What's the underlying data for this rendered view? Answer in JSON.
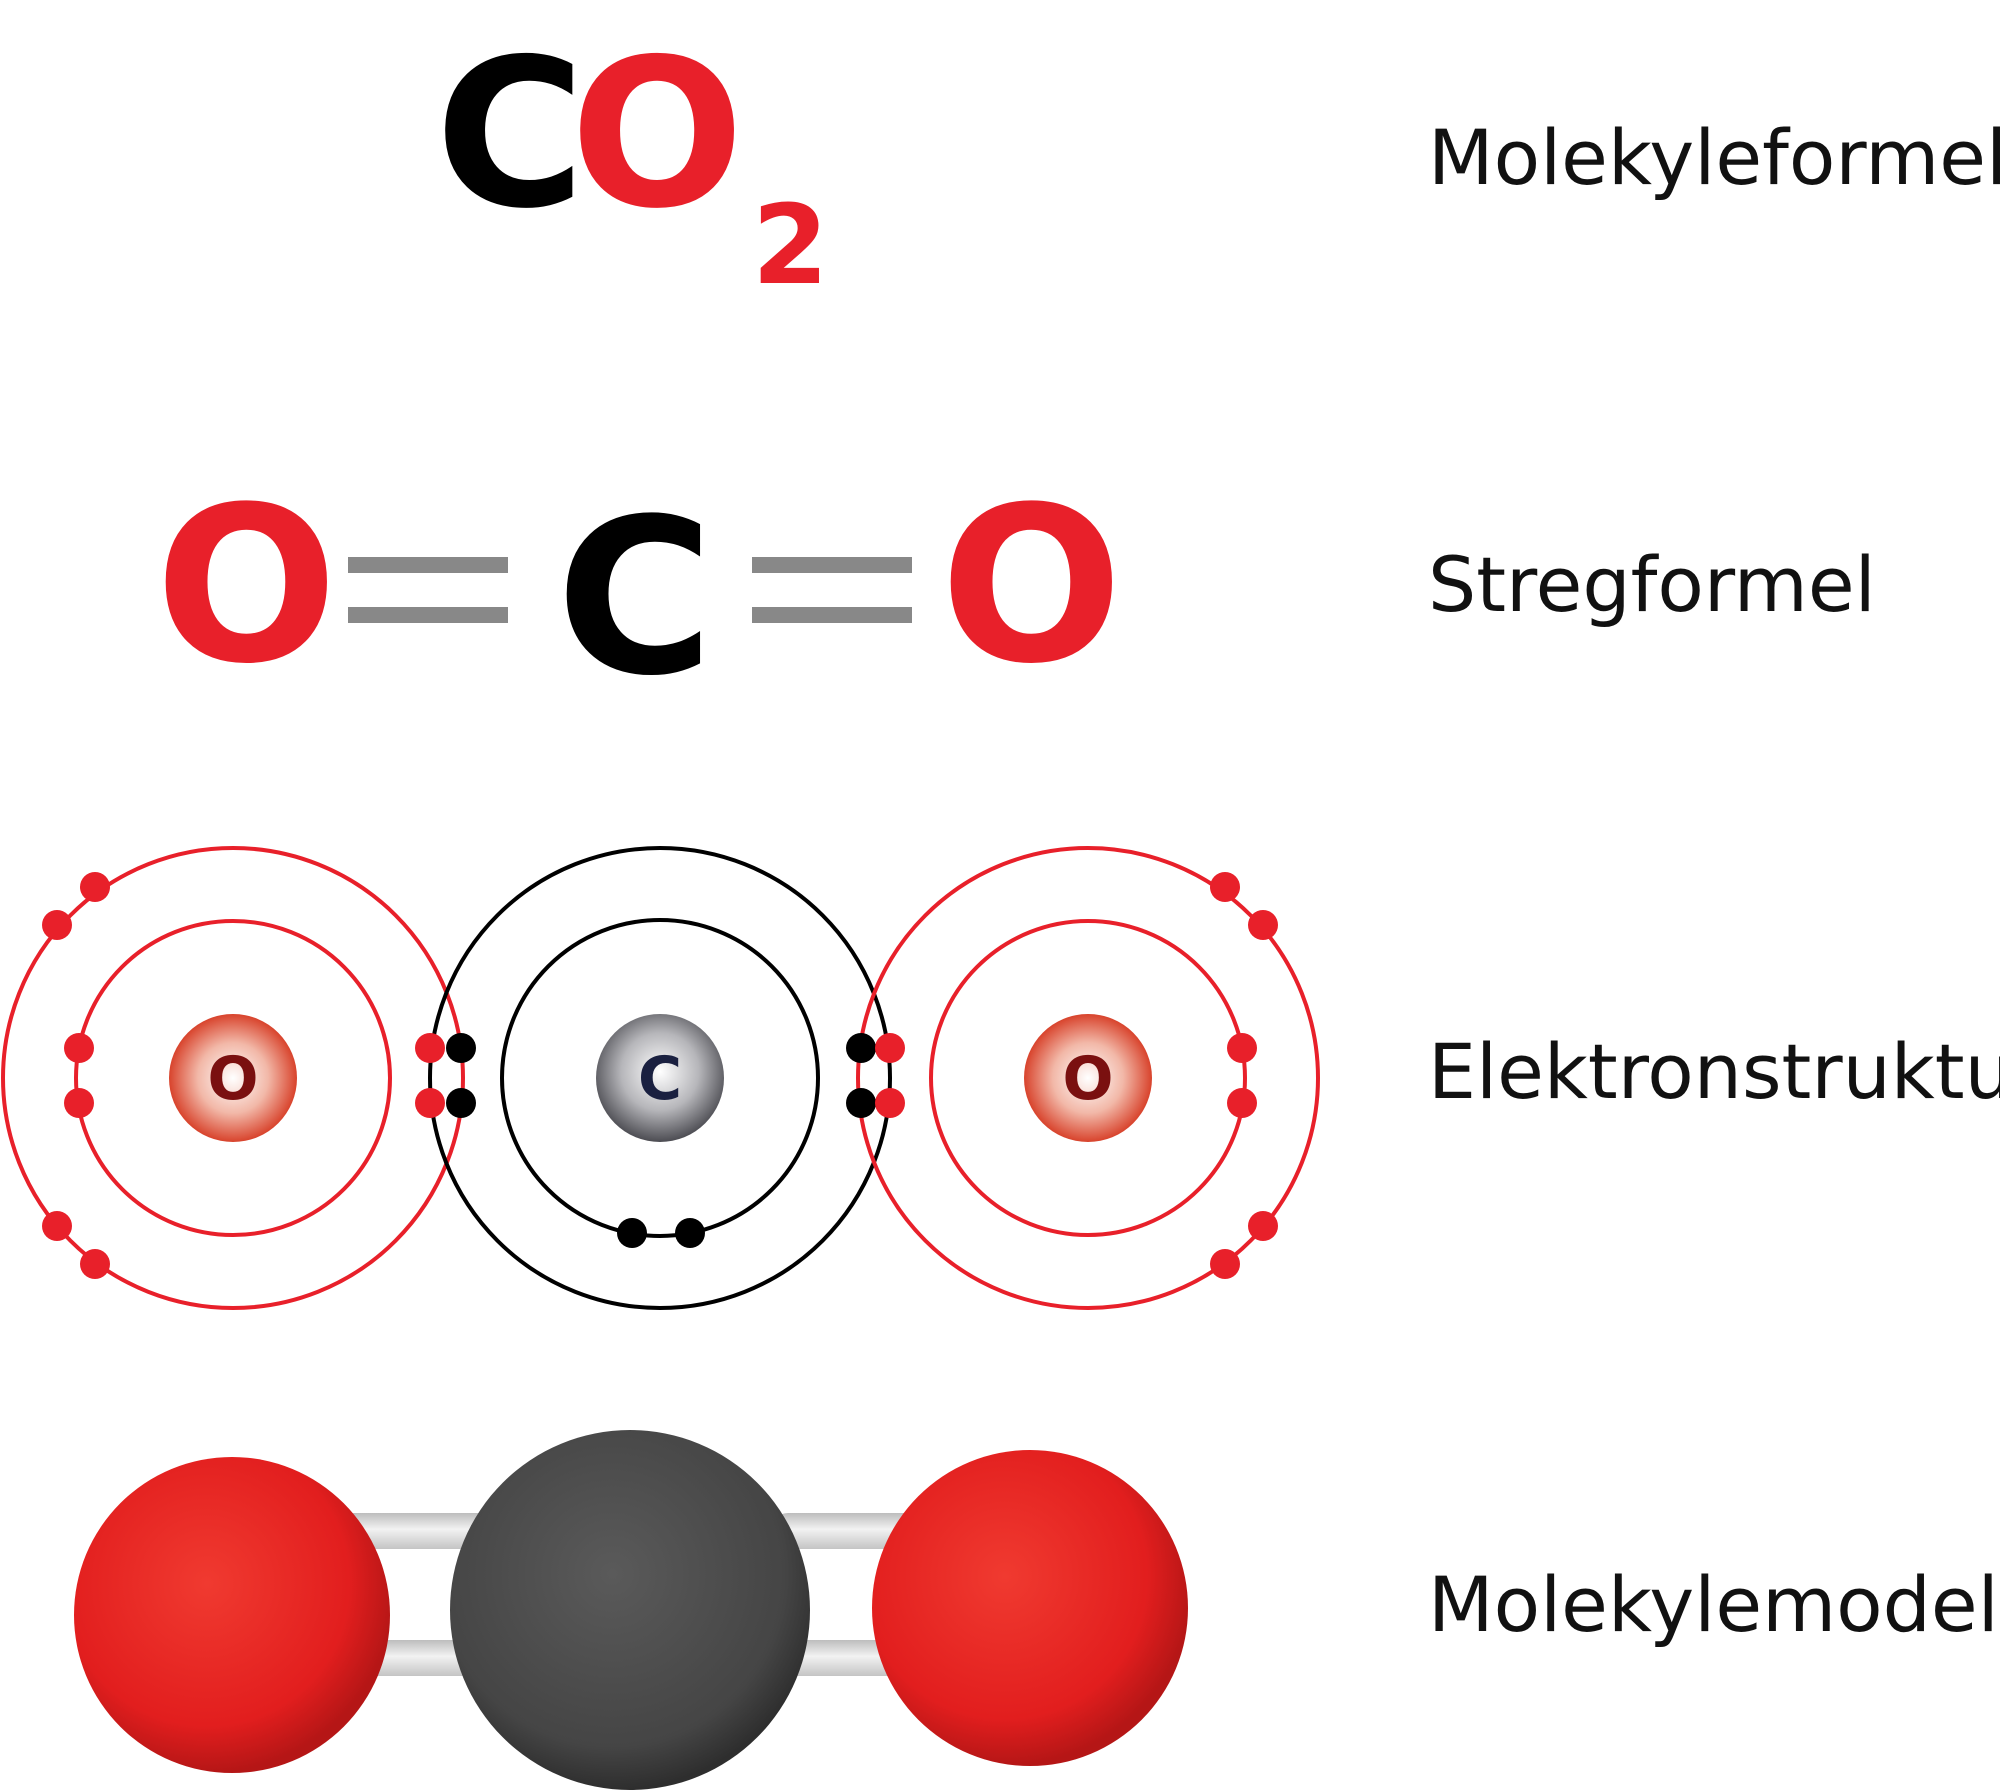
{
  "formula": {
    "carbon": "C",
    "oxygen": "O",
    "subscript": "2"
  },
  "structural": {
    "left_oxygen": "O",
    "carbon": "C",
    "right_oxygen": "O"
  },
  "electron": {
    "left_nucleus": "O",
    "center_nucleus": "C",
    "right_nucleus": "O"
  },
  "labels": {
    "molecular_formula": "Molekyleformel",
    "structural_formula": "Stregformel",
    "electron_structure": "Elektronstruktur",
    "molecule_model": "Molekylemodel"
  },
  "colors": {
    "oxygen": "#e8202a",
    "carbon": "#000000",
    "bond": "#888888",
    "carbon_model": "#4a4a4a"
  }
}
